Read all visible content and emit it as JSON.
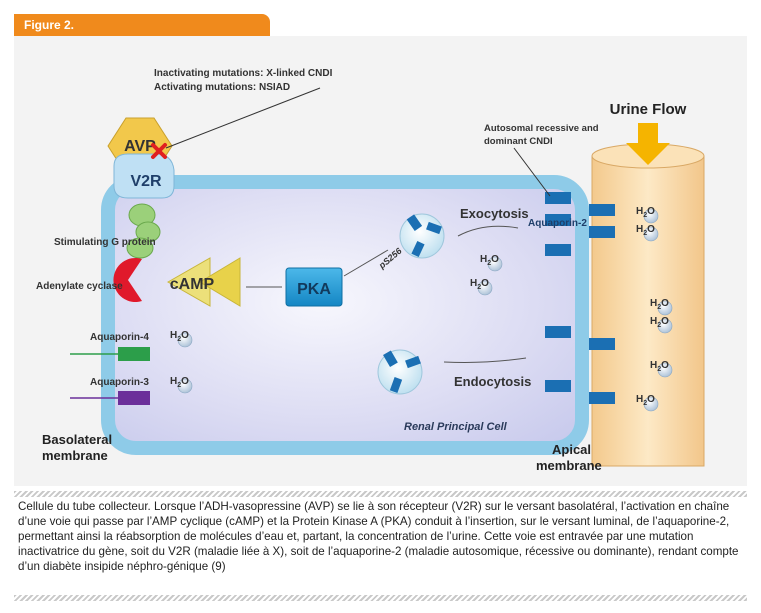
{
  "figure": {
    "tab_label": "Figure 2."
  },
  "diagram": {
    "mutations_line1": "Inactivating mutations: X-linked CNDI",
    "mutations_line2": "Activating mutations: NSIAD",
    "avp": "AVP",
    "v2r": "V2R",
    "stimulating_g_protein": "Stimulating G protein",
    "adenylate_cyclase": "Adenylate cyclase",
    "camp": "cAMP",
    "pka": "PKA",
    "ps256": "pS256",
    "exocytosis": "Exocytosis",
    "endocytosis": "Endocytosis",
    "aquaporin2": "Aquaporin-2",
    "aquaporin4": "Aquaporin-4",
    "aquaporin3": "Aquaporin-3",
    "autosomal_line1": "Autosomal recessive and",
    "autosomal_line2": "dominant CNDI",
    "urine_flow": "Urine Flow",
    "renal_principal_cell": "Renal Principal Cell",
    "basolateral_line1": "Basolateral",
    "basolateral_line2": "membrane",
    "apical_line1": "Apical",
    "apical_line2": "membrane",
    "h2o_h": "H",
    "h2o_sub": "2",
    "h2o_o": "O"
  },
  "colors": {
    "tab_orange": "#f08a1c",
    "cell_blue": "#8ecbe8",
    "pka_blue": "#1f9ad6",
    "aquaporin2_blue": "#1b6fb3",
    "aquaporin4_green": "#2c9e4a",
    "aquaporin3_purple": "#6b2f9a",
    "camp_yellow": "#e8d24a",
    "cyclase_red": "#e0192b",
    "tubule_tan": "#f8d9a8",
    "mutation_red": "#e02020"
  },
  "caption": "Cellule du tube collecteur. Lorsque l’ADH-vasopressine (AVP) se lie à son récepteur (V2R) sur le versant basolatéral, l’activation en chaîne d’une voie qui passe par l’AMP cyclique (cAMP) et la Protein Kinase A (PKA) conduit à l’insertion, sur le versant luminal, de l’aquaporine-2, permettant ainsi la réabsorption de molécules d’eau et, partant, la concentration de l’urine. Cette voie est entravée par une mutation inactivatrice du gène, soit du V2R (maladie liée à X), soit de l’aquaporine-2 (maladie autosomique, récessive ou dominante), rendant compte d’un diabète insipide néphro-génique (9)"
}
